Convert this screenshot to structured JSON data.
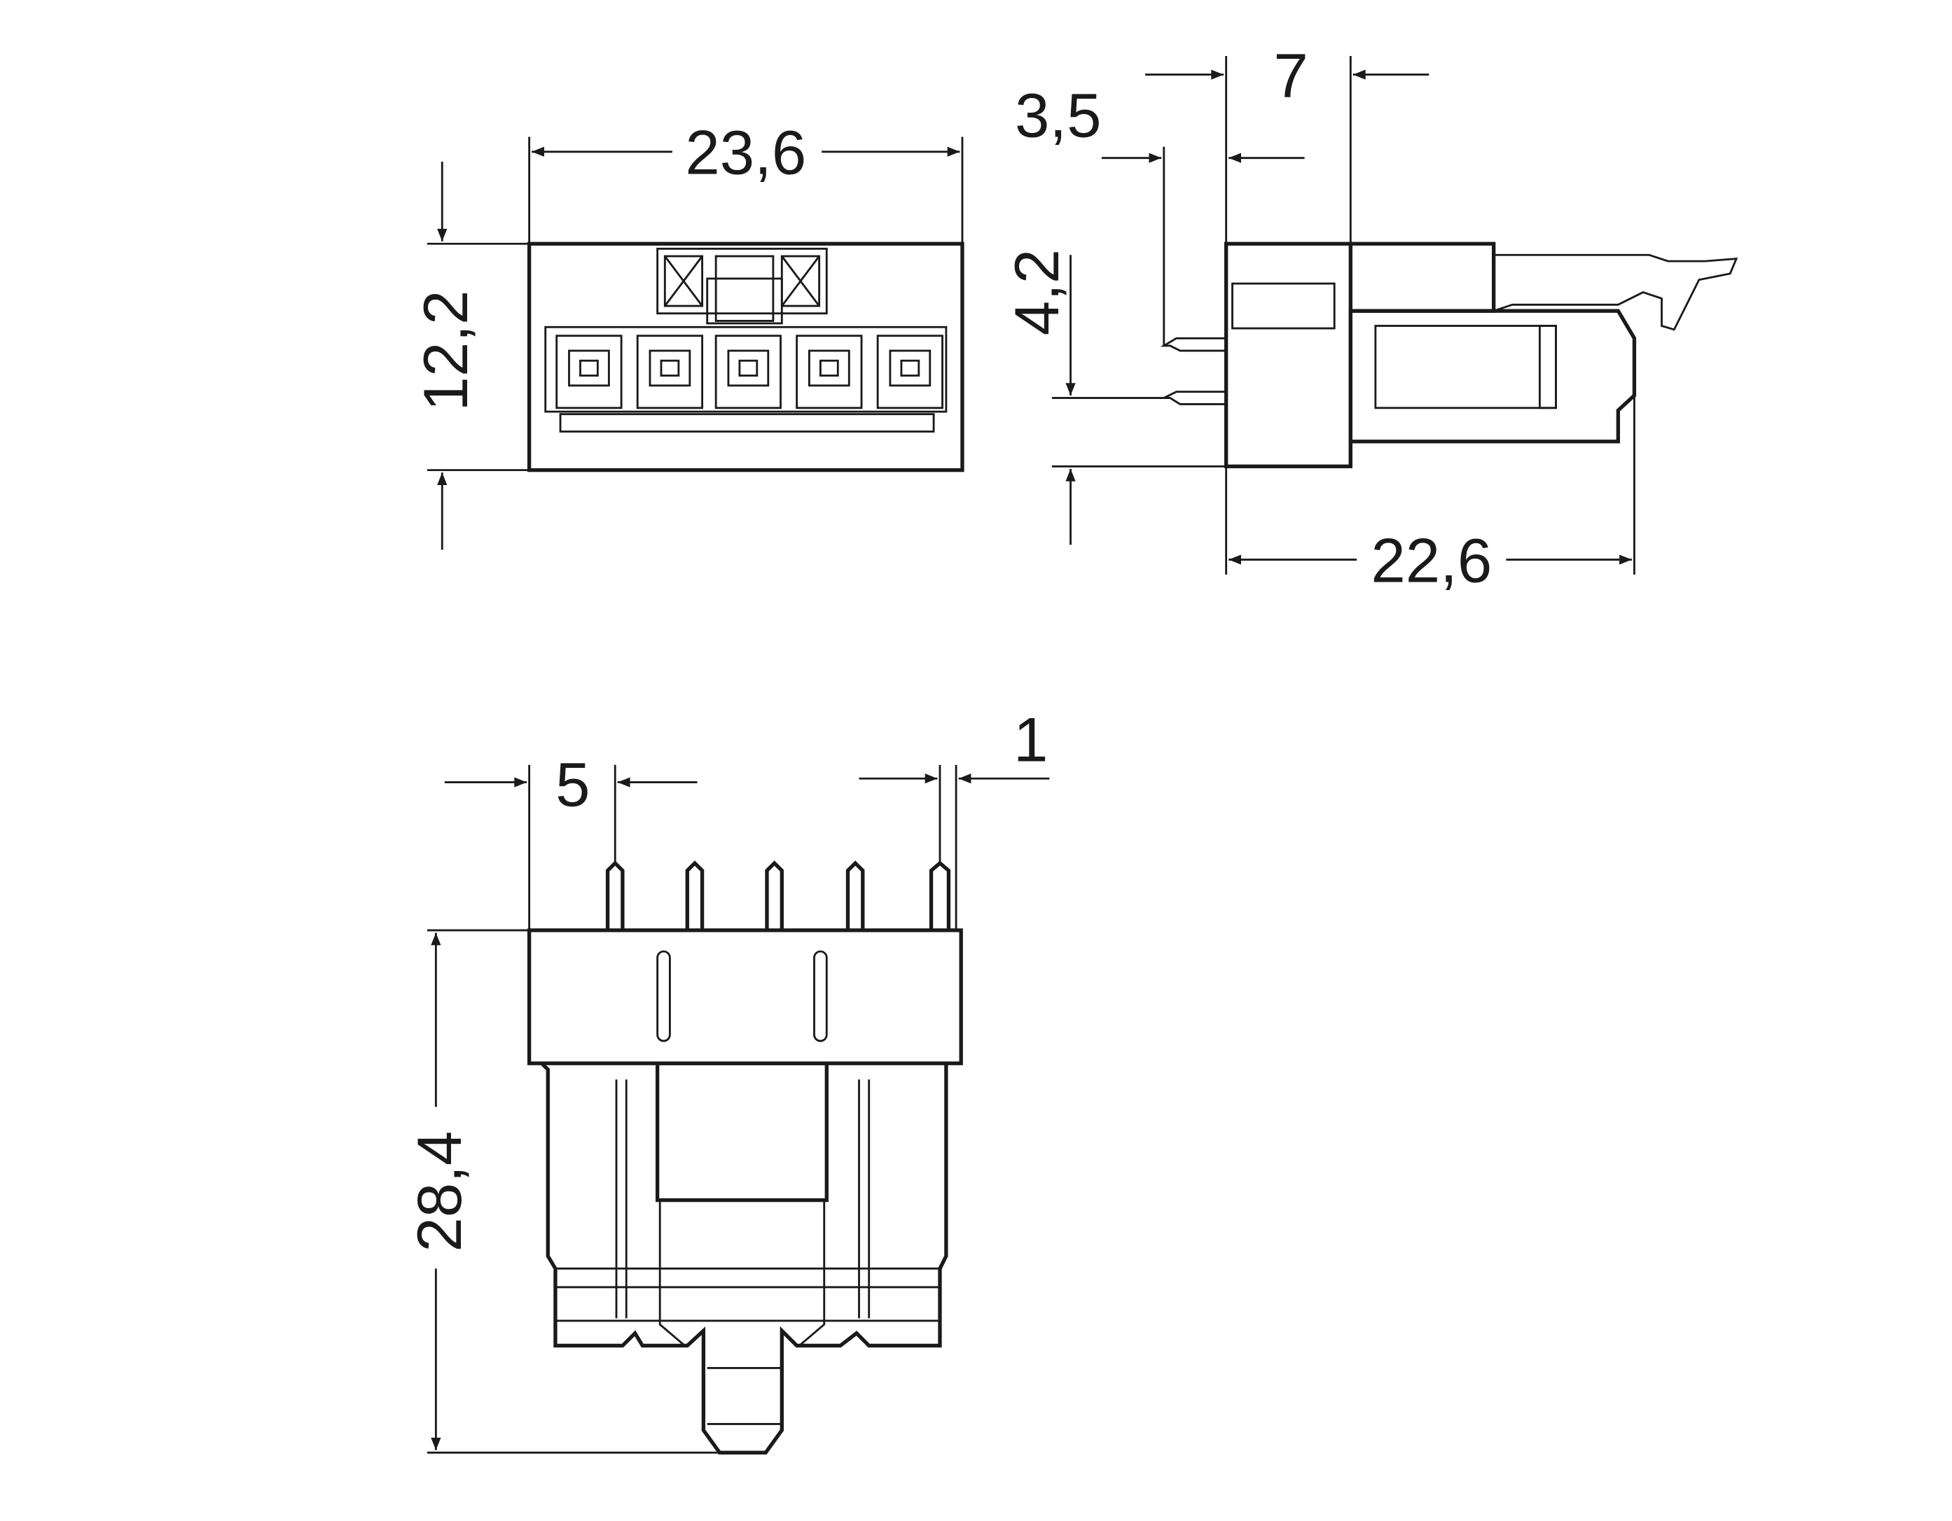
{
  "drawing": {
    "front_view": {
      "width_label": "23,6",
      "height_label": "12,2"
    },
    "side_view": {
      "offset_label": "3,5",
      "width_label": "7",
      "pin_height_label": "4,2",
      "length_label": "22,6"
    },
    "bottom_view": {
      "pitch_label": "5",
      "pin_label": "1",
      "height_label": "28,4"
    },
    "colors": {
      "line": "#1a1a1a",
      "background": "#ffffff"
    }
  }
}
